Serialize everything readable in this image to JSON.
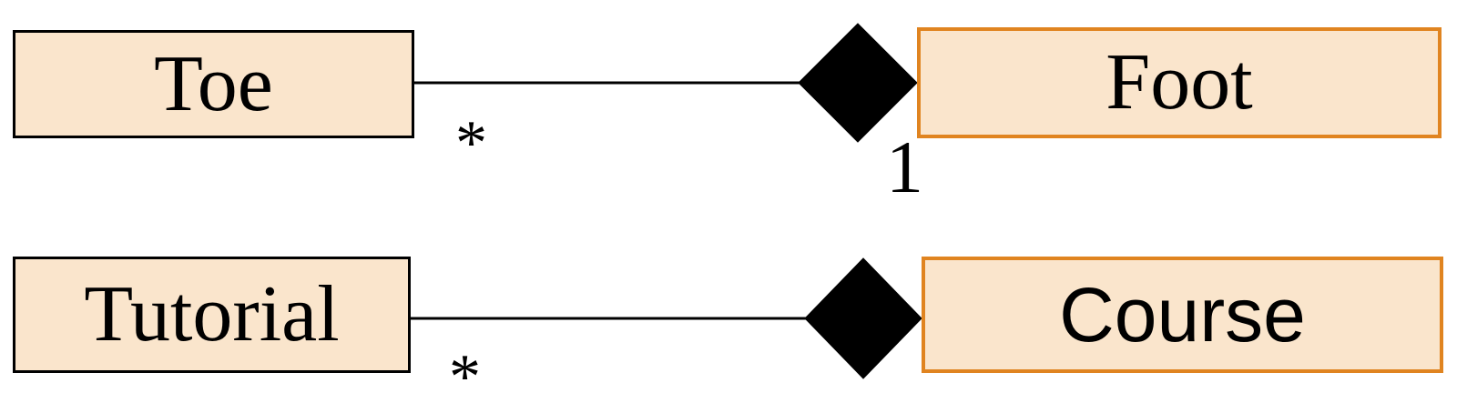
{
  "diagram": {
    "type": "uml-class-diagram",
    "relation_style": "composition-filled-diamond",
    "colors": {
      "box_fill": "#FAE5CC",
      "part_box_border": "#000000",
      "whole_box_border": "#E08420",
      "connector_line": "#000000",
      "diamond_fill": "#000000"
    },
    "rows": [
      {
        "left": {
          "label": "Toe"
        },
        "right": {
          "label": "Foot"
        },
        "relation": "composition",
        "multiplicity_left": "*",
        "multiplicity_right": "1"
      },
      {
        "left": {
          "label": "Tutorial"
        },
        "right": {
          "label": "Course"
        },
        "relation": "composition",
        "multiplicity_left": "*"
      }
    ]
  }
}
